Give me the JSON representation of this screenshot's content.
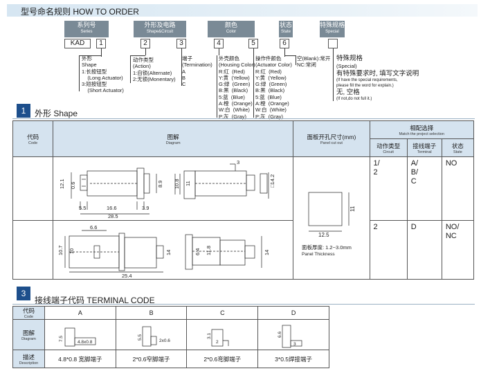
{
  "header": {
    "title": "型号命名规则  HOW TO ORDER"
  },
  "order_code": {
    "groups": [
      {
        "cn": "系列号",
        "en": "Series",
        "values": [
          "KAD",
          "1"
        ]
      },
      {
        "cn": "外形及电路",
        "en": "Shape&Circuit",
        "values": [
          "2",
          "3"
        ]
      },
      {
        "cn": "颜色",
        "en": "Color",
        "values": [
          "4",
          "5"
        ]
      },
      {
        "cn": "状态",
        "en": "State",
        "values": [
          "6"
        ]
      },
      {
        "cn": "特殊规格",
        "en": "Special",
        "values": [
          ""
        ]
      }
    ],
    "legends": {
      "shape": "外形\nShape\n1:长按钮型\n    (Long Actuator)\n3:短按钮型\n    (Short Actuator)",
      "action": "动作类型\n(Action)\n1:自锁(Alternate)\n2:无锁(Monentary)",
      "terminal": "端子\n(Termination)\nA\nB\nC",
      "housing": "外壳颜色\n(Housing Color)\nR:红  (Red)\nY:黄  (Yellow)\nG:绿  (Green)\nB:黑  (Black)\n5:蓝  (Blue)\nA:橙  (Orange)\nW:白  (White)\nP:灰  (Gray)",
      "actuator": "操作件颜色\n(Actuator Color)\nR:红  (Red)\nY:黄  (Yellow)\nG:绿  (Green)\nB:黑  (Black)\n5:蓝  (Blue)\nA:橙  (Orange)\nW:白  (White)\nP:灰  (Gray)",
      "state": "空(Blank):常开\nNC:常闭",
      "special_title": "特殊规格",
      "special_en": "(Special)",
      "special_req": "有特殊要求时, 填写文字说明",
      "special_req_en": "(If have the special requirements,\nplease fill the word for explain.)",
      "special_none": "无, 空格",
      "special_none_en": "(If not,do not full it.)"
    }
  },
  "section1": {
    "num": "1",
    "title": "外形  Shape",
    "headers": {
      "code": "代码",
      "code_en": "Code",
      "diagram": "图解",
      "diagram_en": "Diagram",
      "panel": "面板开孔尺寸(mm)",
      "panel_en": "Panel cut out",
      "match": "相配选择",
      "match_en": "Match the project selection",
      "circuit": "动作类型",
      "circuit_en": "Circuit",
      "terminal": "接线端子",
      "terminal_en": "Terminal",
      "state": "状态",
      "state_en": "State"
    },
    "rows": [
      {
        "circuit": "1/\n2",
        "terminal": "A/\nB/\nC",
        "state": "NO"
      },
      {
        "circuit": "2",
        "terminal": "D",
        "state": "NO/\nNC"
      }
    ],
    "panel": {
      "width": "12.5",
      "height": "11",
      "thickness": "面板厚度: 1.2~3.0mm",
      "thickness_en": "Panel Thickness"
    },
    "dims1": {
      "d12_1": "12.1",
      "d0_6": "0.6",
      "d5_5": "5.5",
      "d16_6": "16.6",
      "d3_9": "3.9",
      "d28_5": "28.5",
      "d8_9": "8.9",
      "d10_8": "10.8",
      "d11": "11",
      "d3": "3",
      "d14_2": "□14.2"
    },
    "dims2": {
      "d6_6": "6.6",
      "d10": "10",
      "d10_7": "10.7",
      "d25_4": "25.4",
      "d6_4": "6.4",
      "d11_8": "11.8",
      "d14a": "14",
      "d14b": "14"
    }
  },
  "section3": {
    "num": "3",
    "title": "接线端子代码  TERMINAL CODE",
    "label_code": "代码",
    "label_code_en": "Code",
    "label_diagram": "图解",
    "label_diagram_en": "Diagram",
    "label_desc": "描述",
    "label_desc_en": "Description",
    "codes": [
      "A",
      "B",
      "C",
      "D"
    ],
    "descriptions": [
      "4.8*0.8 宽脚端子",
      "2*0.6窄脚端子",
      "2*0.6弯脚端子",
      "3*0.5焊接端子"
    ],
    "dims": {
      "a1": "7.5",
      "a2": "4.8x0.8",
      "b1": "5.5",
      "b2": "2x0.6",
      "c1": "3.1",
      "c2": "2",
      "d1": "6.6",
      "d2": "3"
    }
  },
  "colors": {
    "banner": "#d6e6f2",
    "code_box": "#7a8a96",
    "section_num": "#1d4f8c",
    "table_head": "#d5e3ef"
  }
}
